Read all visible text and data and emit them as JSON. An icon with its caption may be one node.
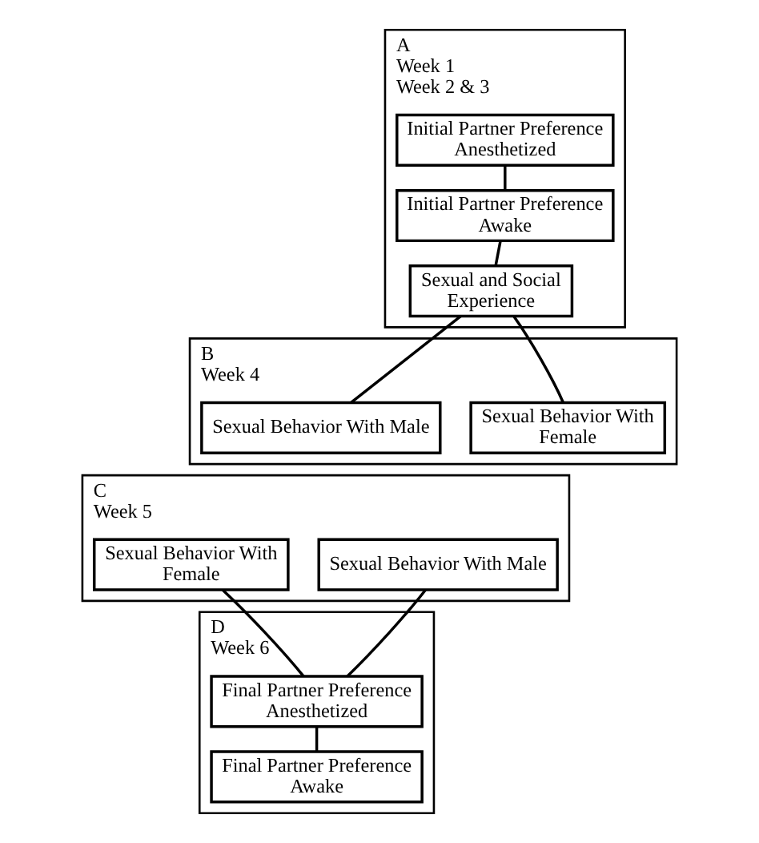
{
  "diagram": {
    "nodes": [
      {
        "text": [
          "A",
          "Week 1",
          "Week 2 & 3"
        ]
      },
      {
        "text": [
          "Initial Partner Preference Anesthetized"
        ],
        "in": 0
      },
      {
        "text": [
          "Initial Partner Preference Awake"
        ],
        "in": 0
      },
      {
        "text": [
          "Sexual and Social Experience"
        ],
        "in": 0
      },
      {
        "text": [
          "B",
          "Week 4"
        ]
      },
      {
        "text": [
          "Sexual Behavior With Female"
        ],
        "in": 4
      },
      {
        "text": [
          "Sexual Behavior With Male"
        ],
        "in": 4
      },
      {
        "text": [
          "C",
          "Week 5"
        ]
      },
      {
        "text": [
          "Sexual Behavior With Male"
        ],
        "in": 7
      },
      {
        "text": [
          "Sexual Behavior With Female"
        ],
        "in": 7
      },
      {
        "text": [
          "D",
          "Week 6"
        ]
      },
      {
        "text": [
          "Final Partner Preference Anesthetized"
        ],
        "in": 10
      },
      {
        "text": [
          "Final Partner Preference Awake"
        ],
        "in": 10
      }
    ],
    "edges": [
      {
        "from": 1,
        "to": 2,
        "arrow": "none"
      },
      {
        "from": 2,
        "to": 3,
        "arrow": "none"
      },
      {
        "from": 3,
        "to": 5,
        "arrow": "none"
      },
      {
        "from": 3,
        "to": 6,
        "arrow": "none"
      },
      {
        "from": 8,
        "to": 11,
        "arrow": "none"
      },
      {
        "from": 9,
        "to": 11,
        "arrow": "none"
      },
      {
        "from": 11,
        "to": 12,
        "arrow": "none"
      }
    ]
  }
}
